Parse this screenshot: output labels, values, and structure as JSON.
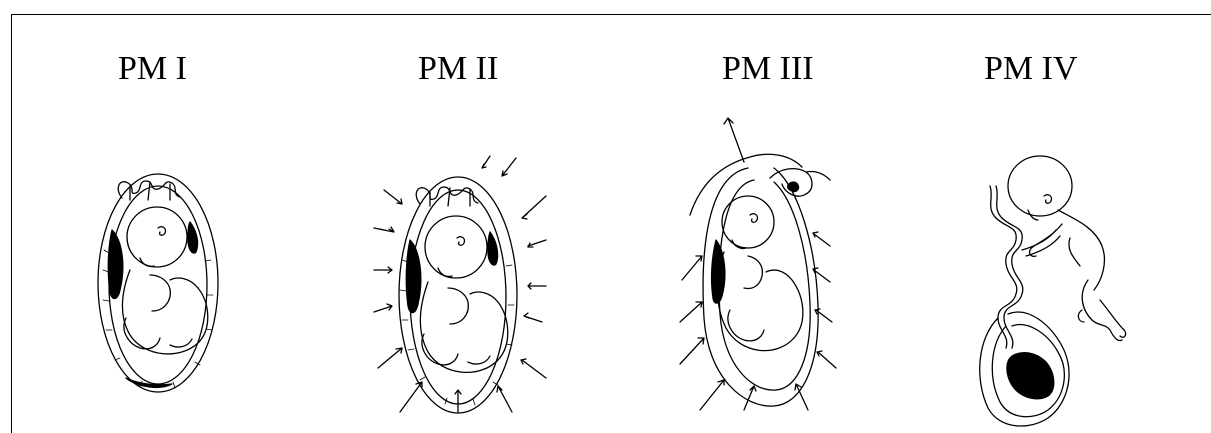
{
  "stages": [
    {
      "label": "PM I",
      "depiction": "intact membranes"
    },
    {
      "label": "PM II",
      "depiction": "membranes under external pressure"
    },
    {
      "label": "PM III",
      "depiction": "membrane rupture"
    },
    {
      "label": "PM IV",
      "depiction": "fetus expelled from sac"
    }
  ],
  "colors": {
    "ink": "#000000",
    "paper": "#ffffff"
  }
}
